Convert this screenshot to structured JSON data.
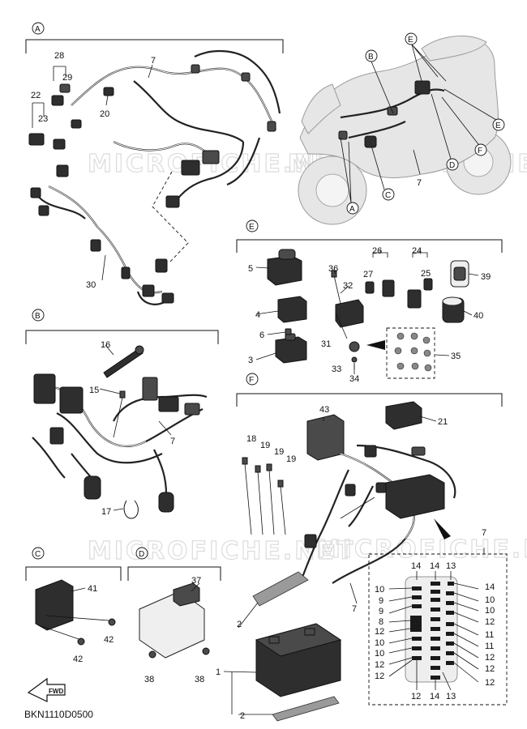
{
  "watermark": "MICROFICHE.NET",
  "drawing_code": "BKN1110D0500",
  "fwd_label": "FWD",
  "sections": {
    "A": "A",
    "B": "B",
    "C": "C",
    "D": "D",
    "E": "E",
    "F": "F"
  },
  "parts": {
    "p1": "1",
    "p2": "2",
    "p3": "3",
    "p4": "4",
    "p5": "5",
    "p6": "6",
    "p7": "7",
    "p8": "8",
    "p9": "9",
    "p10": "10",
    "p11": "11",
    "p12": "12",
    "p13": "13",
    "p14": "14",
    "p15": "15",
    "p16": "16",
    "p17": "17",
    "p18": "18",
    "p19": "19",
    "p20": "20",
    "p21": "21",
    "p22": "22",
    "p23": "23",
    "p24": "24",
    "p25": "25",
    "p26": "26",
    "p27": "27",
    "p28": "28",
    "p29": "29",
    "p30": "30",
    "p31": "31",
    "p32": "32",
    "p33": "33",
    "p34": "34",
    "p35": "35",
    "p36": "36",
    "p37": "37",
    "p38": "38",
    "p39": "39",
    "p40": "40",
    "p41": "41",
    "p42": "42",
    "p43": "43"
  }
}
